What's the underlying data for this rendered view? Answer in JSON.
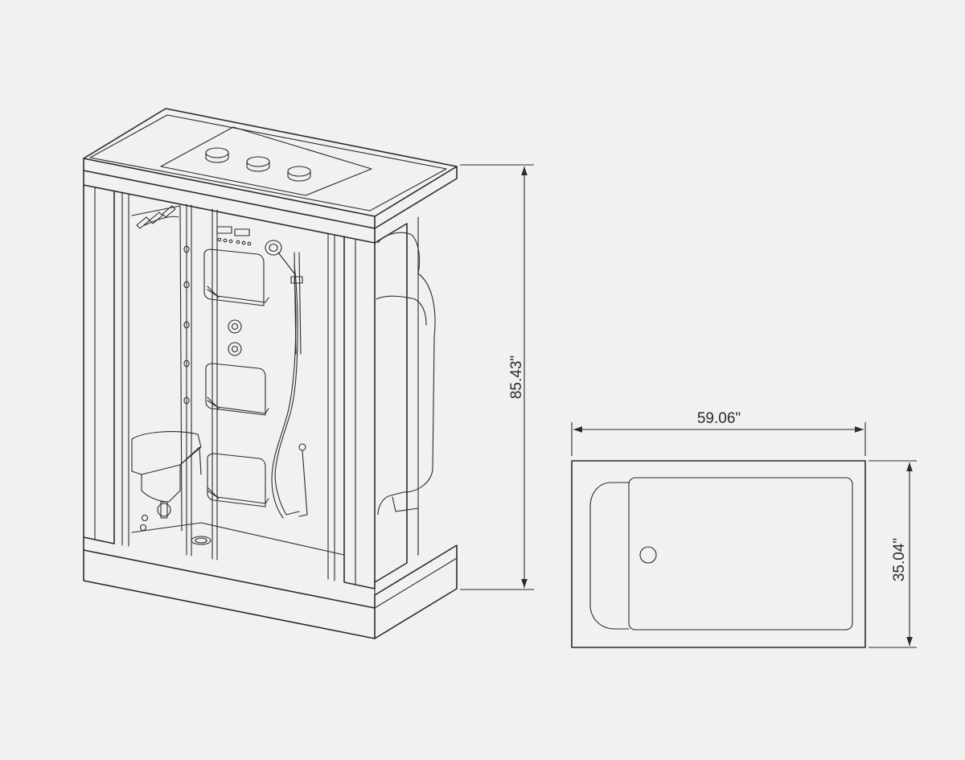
{
  "dimensions": {
    "height": "85.43\"",
    "width": "59.06\"",
    "depth": "35.04\""
  }
}
